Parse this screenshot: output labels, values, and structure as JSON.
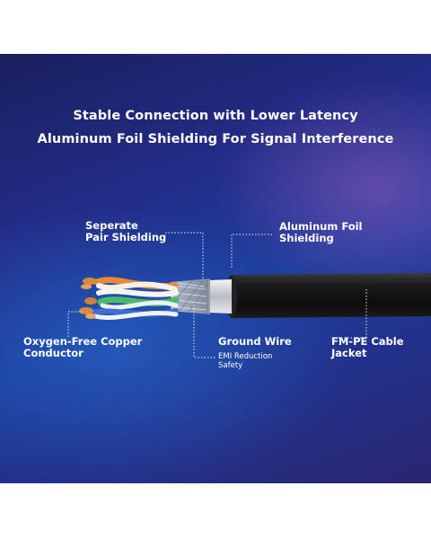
{
  "headline": {
    "line1": "Stable Connection with Lower Latency",
    "line2": "Aluminum Foil Shielding For Signal Interference"
  },
  "callouts": {
    "pair_shielding": {
      "line1": "Seperate",
      "line2": "Pair Shielding"
    },
    "foil_shielding": {
      "line1": "Aluminum Foil",
      "line2": "Shielding"
    },
    "copper_conductor": {
      "line1": "Oxygen-Free Copper",
      "line2": "Conductor"
    },
    "ground_wire": {
      "title": "Ground Wire",
      "sub1": "EMI Reduction",
      "sub2": "Safety"
    },
    "jacket": {
      "line1": "FM-PE Cable",
      "line2": "Jacket"
    }
  },
  "colors": {
    "background_top": "#1a1f5e",
    "background_mid": "#1d3d9c",
    "jacket": "#121212",
    "foil": "#c8cbd0",
    "copper": "#d9893e",
    "pair_green": "#4cb86a",
    "pair_blue": "#3d6fd6",
    "pair_orange": "#e8893a"
  }
}
